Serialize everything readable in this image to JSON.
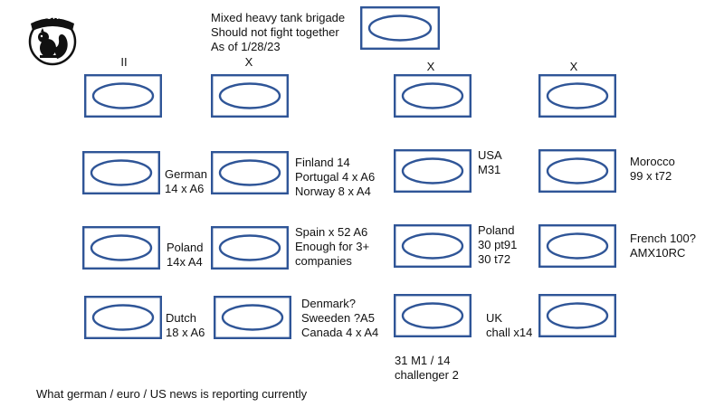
{
  "badge": {
    "label": "SECRET",
    "icon": "squirrel-icon"
  },
  "title": {
    "line1": "Mixed heavy tank brigade",
    "line2": "Should not fight together",
    "line3": "As of 1/28/23"
  },
  "echelons": {
    "c1": "II",
    "c2": "X",
    "c3": "X",
    "c4": "X"
  },
  "labels": {
    "german": [
      "German",
      "14 x A6"
    ],
    "finland": [
      "Finland 14",
      "Portugal 4 x A6",
      "Norway 8 x A4"
    ],
    "usa": [
      "USA",
      "M31"
    ],
    "morocco": [
      "Morocco",
      "99 x t72"
    ],
    "poland1": [
      "Poland",
      "14x A4"
    ],
    "spain": [
      "Spain x 52 A6",
      "Enough for 3+",
      "companies"
    ],
    "poland2": [
      "Poland",
      "30 pt91",
      "30 t72"
    ],
    "french": [
      "French 100?",
      "AMX10RC"
    ],
    "dutch": [
      "Dutch",
      "18 x A6"
    ],
    "denmark": [
      "Denmark?",
      "Sweeden ?A5",
      "Canada 4 x A4"
    ],
    "uk": [
      "UK",
      "chall x14"
    ],
    "m1": [
      "31 M1 / 14",
      "challenger 2"
    ]
  },
  "footer": "What german / euro / US news is reporting currently",
  "colors": {
    "symbol_stroke": "#2f5597",
    "text": "#111111",
    "badge": "#111111"
  }
}
